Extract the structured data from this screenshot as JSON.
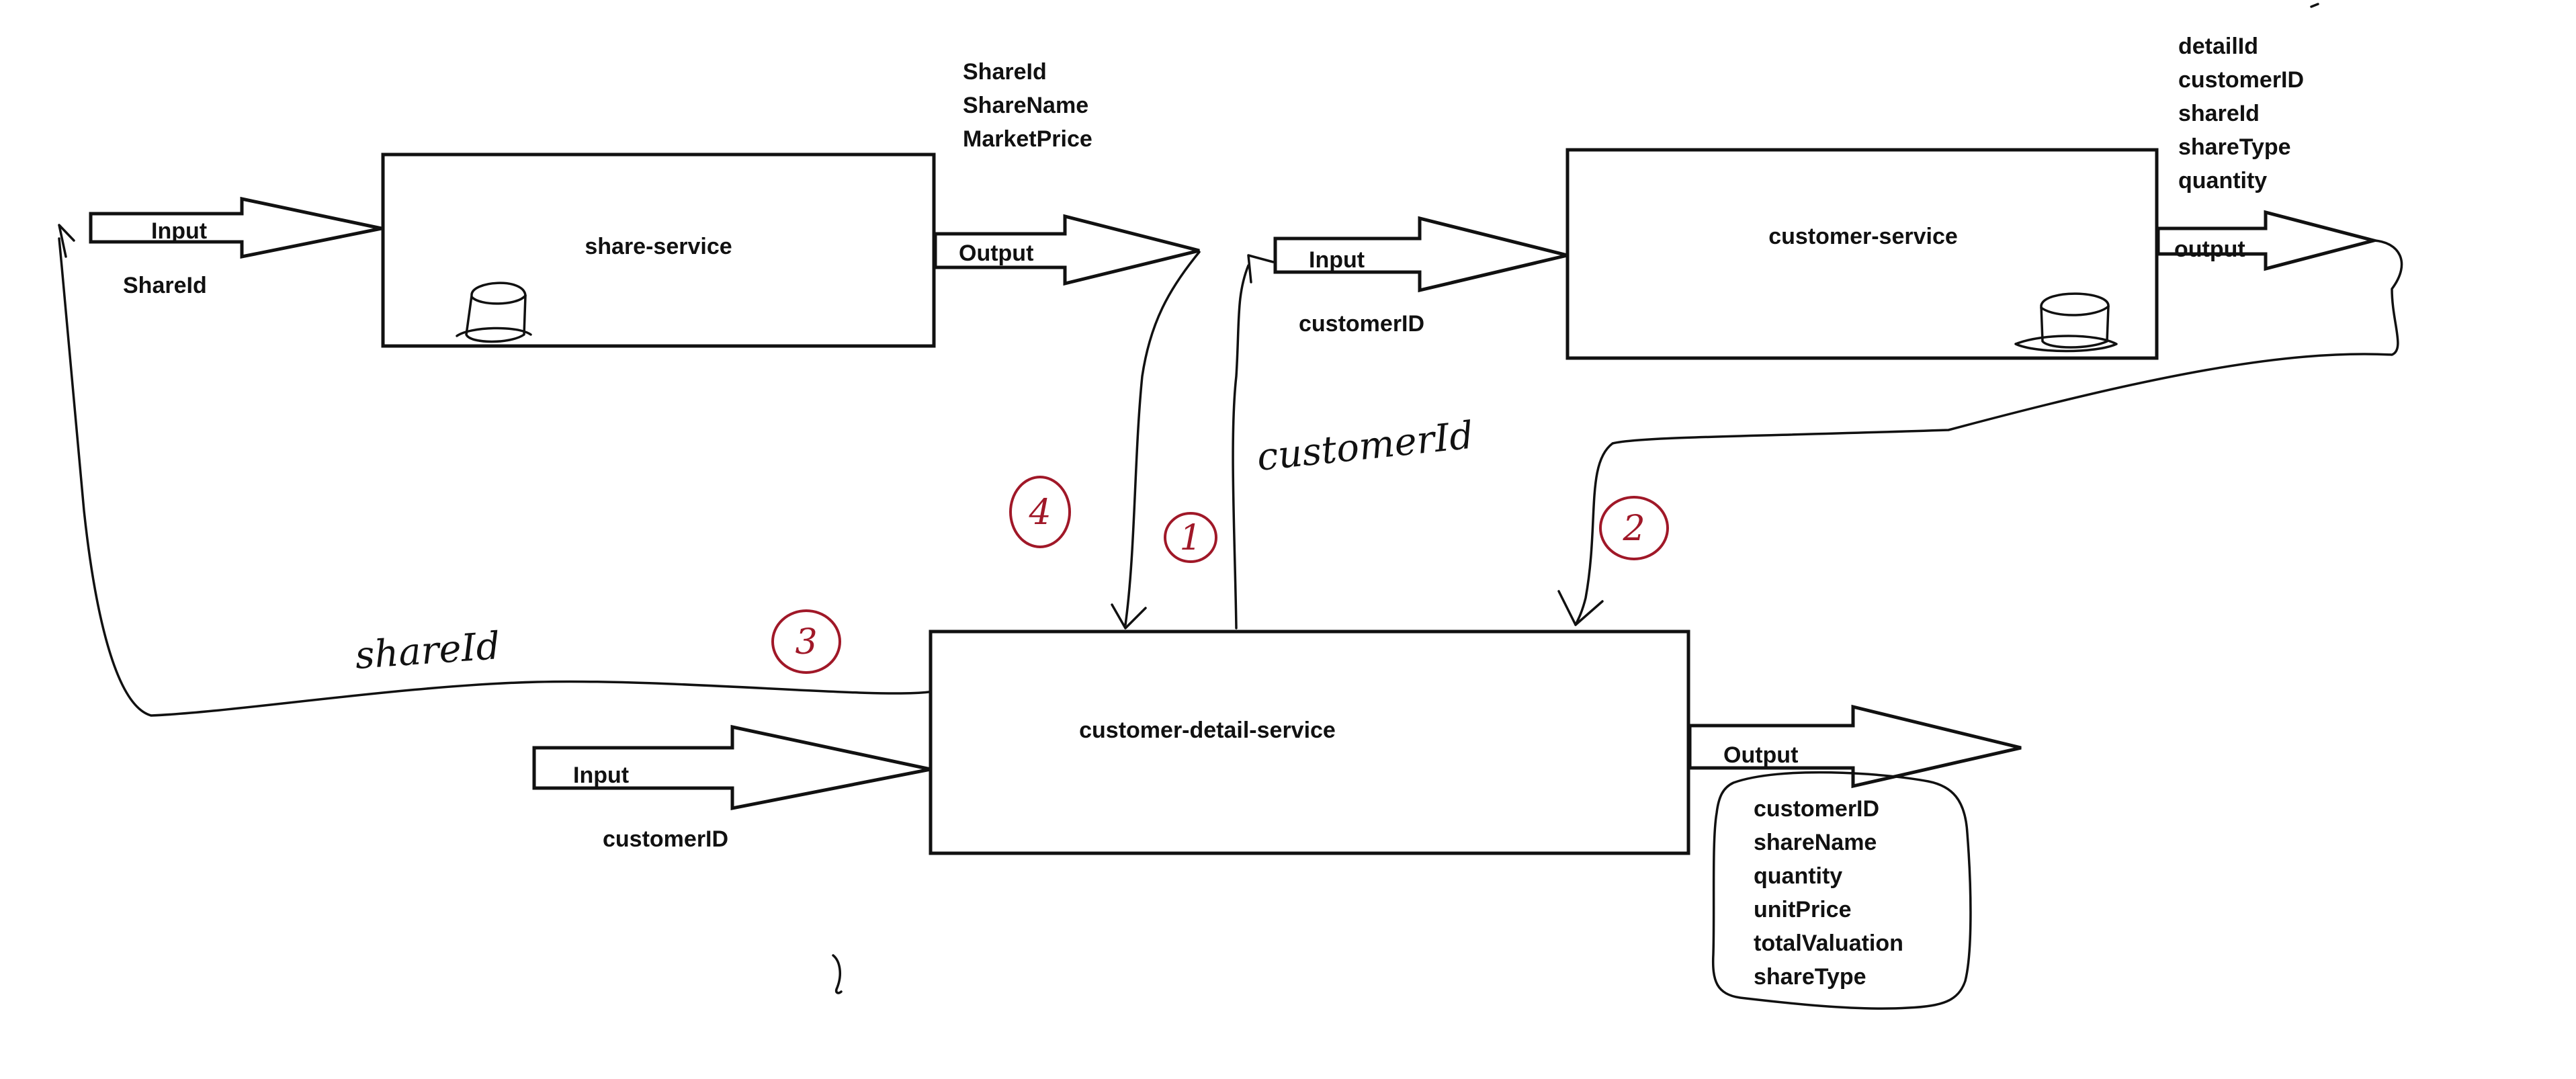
{
  "share_service": {
    "title": "share-service",
    "input_label": "Input",
    "input_param": "ShareId",
    "output_label": "Output",
    "output_fields": [
      "ShareId",
      "ShareName",
      "MarketPrice"
    ],
    "has_database": true
  },
  "customer_service": {
    "title": "customer-service",
    "input_label": "Input",
    "input_param": "customerID",
    "output_label": "output",
    "output_fields": [
      "detailId",
      "customerID",
      "shareId",
      "shareType",
      "quantity"
    ],
    "has_database": true
  },
  "customer_detail_service": {
    "title": "customer-detail-service",
    "input_label": "Input",
    "input_param": "customerID",
    "output_label": "Output",
    "output_fields": [
      "customerID",
      "shareName",
      "quantity",
      "unitPrice",
      "totalValuation",
      "shareType"
    ]
  },
  "handwritten": {
    "customer_id_call": "customerId",
    "share_id_call": "shareId"
  },
  "steps": [
    "1",
    "2",
    "3",
    "4"
  ],
  "colors": {
    "ink": "#111111",
    "step_marker": "#a01828",
    "background": "#ffffff"
  }
}
